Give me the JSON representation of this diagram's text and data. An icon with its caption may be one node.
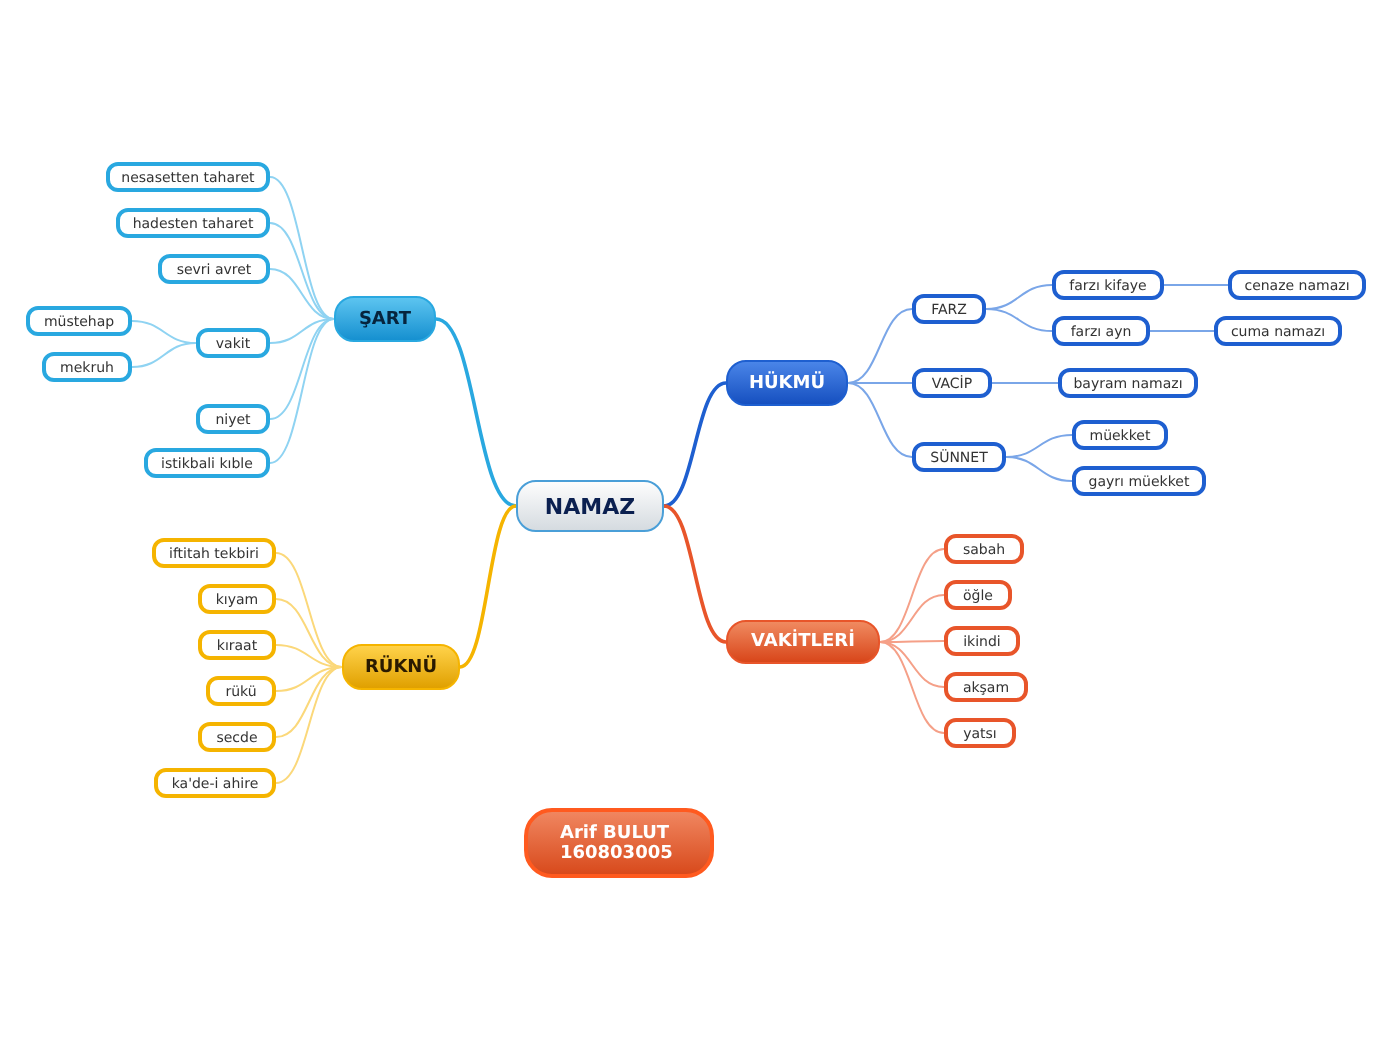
{
  "diagram": {
    "nodes": [
      {
        "text": [
          "NAMAZ"
        ]
      },
      {
        "text": [
          "ŞART"
        ]
      },
      {
        "text": [
          "nesasetten taharet"
        ]
      },
      {
        "text": [
          "hadesten taharet"
        ]
      },
      {
        "text": [
          "sevri avret"
        ]
      },
      {
        "text": [
          "vakit"
        ]
      },
      {
        "text": [
          "müstehap"
        ]
      },
      {
        "text": [
          "mekruh"
        ]
      },
      {
        "text": [
          "niyet"
        ]
      },
      {
        "text": [
          "istikbali kıble"
        ]
      },
      {
        "text": [
          "HÜKMÜ"
        ]
      },
      {
        "text": [
          "FARZ"
        ]
      },
      {
        "text": [
          "farzı kifaye"
        ]
      },
      {
        "text": [
          "cenaze namazı"
        ]
      },
      {
        "text": [
          "farzı ayn"
        ]
      },
      {
        "text": [
          "cuma namazı"
        ]
      },
      {
        "text": [
          "VACİP"
        ]
      },
      {
        "text": [
          "bayram namazı"
        ]
      },
      {
        "text": [
          "SÜNNET"
        ]
      },
      {
        "text": [
          "müekket"
        ]
      },
      {
        "text": [
          "gayrı müekket"
        ]
      },
      {
        "text": [
          "RÜKNÜ"
        ]
      },
      {
        "text": [
          "iftitah tekbiri"
        ]
      },
      {
        "text": [
          "kıyam"
        ]
      },
      {
        "text": [
          "kıraat"
        ]
      },
      {
        "text": [
          "rükü"
        ]
      },
      {
        "text": [
          "secde"
        ]
      },
      {
        "text": [
          "ka'de-i ahire"
        ]
      },
      {
        "text": [
          "VAKİTLERİ"
        ]
      },
      {
        "text": [
          "sabah"
        ]
      },
      {
        "text": [
          "öğle"
        ]
      },
      {
        "text": [
          "ikindi"
        ]
      },
      {
        "text": [
          "akşam"
        ]
      },
      {
        "text": [
          "yatsı"
        ]
      },
      {
        "text": [
          "Arif BULUT 160803005"
        ]
      }
    ],
    "edges": [
      {
        "from": 0,
        "to": 1,
        "arrow": "none",
        "color": "#29a8e0"
      },
      {
        "from": 1,
        "to": 2,
        "arrow": "none",
        "color": "#8fd3f2"
      },
      {
        "from": 1,
        "to": 3,
        "arrow": "none",
        "color": "#8fd3f2"
      },
      {
        "from": 1,
        "to": 4,
        "arrow": "none",
        "color": "#8fd3f2"
      },
      {
        "from": 1,
        "to": 5,
        "arrow": "none",
        "color": "#8fd3f2"
      },
      {
        "from": 5,
        "to": 6,
        "arrow": "none",
        "color": "#8fd3f2"
      },
      {
        "from": 5,
        "to": 7,
        "arrow": "none",
        "color": "#8fd3f2"
      },
      {
        "from": 1,
        "to": 8,
        "arrow": "none",
        "color": "#8fd3f2"
      },
      {
        "from": 1,
        "to": 9,
        "arrow": "none",
        "color": "#8fd3f2"
      },
      {
        "from": 0,
        "to": 10,
        "arrow": "none",
        "color": "#1e5fd0"
      },
      {
        "from": 10,
        "to": 11,
        "arrow": "none",
        "color": "#7aa6e8"
      },
      {
        "from": 11,
        "to": 12,
        "arrow": "none",
        "color": "#7aa6e8"
      },
      {
        "from": 12,
        "to": 13,
        "arrow": "none",
        "color": "#7aa6e8"
      },
      {
        "from": 11,
        "to": 14,
        "arrow": "none",
        "color": "#7aa6e8"
      },
      {
        "from": 14,
        "to": 15,
        "arrow": "none",
        "color": "#7aa6e8"
      },
      {
        "from": 10,
        "to": 16,
        "arrow": "none",
        "color": "#7aa6e8"
      },
      {
        "from": 16,
        "to": 17,
        "arrow": "none",
        "color": "#7aa6e8"
      },
      {
        "from": 10,
        "to": 18,
        "arrow": "none",
        "color": "#7aa6e8"
      },
      {
        "from": 18,
        "to": 19,
        "arrow": "none",
        "color": "#7aa6e8"
      },
      {
        "from": 18,
        "to": 20,
        "arrow": "none",
        "color": "#7aa6e8"
      },
      {
        "from": 0,
        "to": 21,
        "arrow": "none",
        "color": "#f5b400"
      },
      {
        "from": 21,
        "to": 22,
        "arrow": "none",
        "color": "#fbd87a"
      },
      {
        "from": 21,
        "to": 23,
        "arrow": "none",
        "color": "#fbd87a"
      },
      {
        "from": 21,
        "to": 24,
        "arrow": "none",
        "color": "#fbd87a"
      },
      {
        "from": 21,
        "to": 25,
        "arrow": "none",
        "color": "#fbd87a"
      },
      {
        "from": 21,
        "to": 26,
        "arrow": "none",
        "color": "#fbd87a"
      },
      {
        "from": 21,
        "to": 27,
        "arrow": "none",
        "color": "#fbd87a"
      },
      {
        "from": 0,
        "to": 28,
        "arrow": "none",
        "color": "#e8552a"
      },
      {
        "from": 28,
        "to": 29,
        "arrow": "none",
        "color": "#f5a088"
      },
      {
        "from": 28,
        "to": 30,
        "arrow": "none",
        "color": "#f5a088"
      },
      {
        "from": 28,
        "to": 31,
        "arrow": "none",
        "color": "#f5a088"
      },
      {
        "from": 28,
        "to": 32,
        "arrow": "none",
        "color": "#f5a088"
      },
      {
        "from": 28,
        "to": 33,
        "arrow": "none",
        "color": "#f5a088"
      }
    ]
  }
}
